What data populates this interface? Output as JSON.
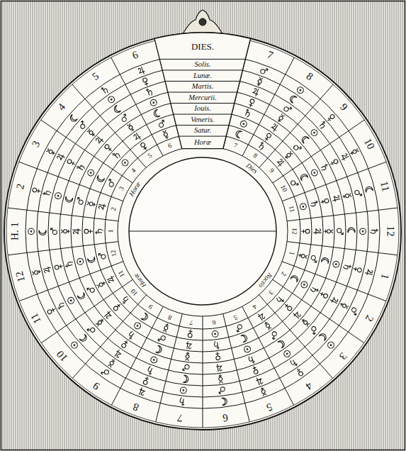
{
  "diagram": {
    "nodes": [
      {
        "text": [
          "DIES.",
          "Solis.",
          "Lunæ.",
          "Martis.",
          "Mercurii.",
          "Iouis.",
          "Veneris.",
          "Satur.",
          "Horæ"
        ]
      }
    ],
    "labels": [
      "7",
      "8",
      "9",
      "10",
      "11",
      "12",
      "1",
      "2",
      "3",
      "4",
      "5",
      "6",
      "7",
      "8",
      "9",
      "10",
      "11",
      "12",
      "H. 1",
      "2",
      "3",
      "4",
      "5",
      "6",
      "7",
      "8",
      "9",
      "10",
      "11",
      "12",
      "1",
      "2",
      "3",
      "4",
      "5",
      "6",
      "7",
      "8",
      "9",
      "10",
      "11",
      "12",
      "1",
      "2",
      "3",
      "4",
      "5",
      "6",
      "Dies",
      "Horæ",
      "Horæ",
      "Noctis"
    ]
  }
}
